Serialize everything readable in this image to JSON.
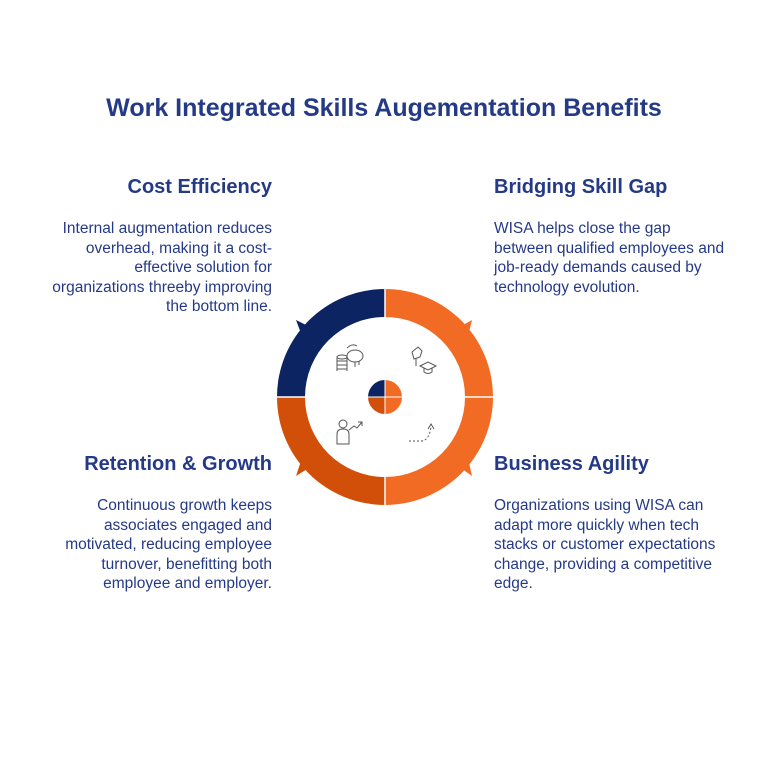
{
  "title": "Work Integrated Skills Augementation Benefits",
  "quadrants": [
    {
      "heading": "Cost Efficiency",
      "text": "Internal augmentation reduces overhead, making it a cost-effective solution for organizations threeby improving the bottom line.",
      "icon": "piggy-bank-coins-icon",
      "color": "#0c2461"
    },
    {
      "heading": "Bridging Skill Gap",
      "text": "WISA helps close the gap between qualified employees and job-ready demands caused by technology evolution.",
      "icon": "puzzle-graduation-cap-icon",
      "color": "#f26b25"
    },
    {
      "heading": "Retention & Growth",
      "text": "Continuous growth keeps associates engaged and motivated, reducing employee turnover, benefitting both employee and employer.",
      "icon": "person-growth-arrow-icon",
      "color": "#d24f0a"
    },
    {
      "heading": "Business Agility",
      "text": "Organizations using WISA can adapt more quickly when tech stacks or customer expectations change, providing a competitive edge.",
      "icon": "dashed-curve-arrow-icon",
      "color": "#f26b25"
    }
  ]
}
